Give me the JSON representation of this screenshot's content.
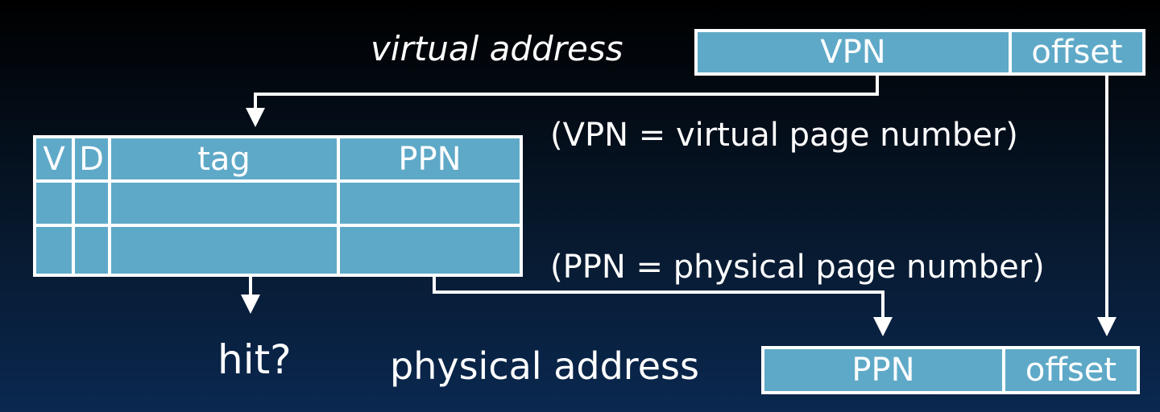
{
  "labels": {
    "virtual_address": "virtual address",
    "vpn_note": "(VPN = virtual page number)",
    "ppn_note": "(PPN = physical page number)",
    "hit": "hit?",
    "physical_address": "physical address"
  },
  "virtual_address_fields": {
    "vpn": "VPN",
    "offset": "offset"
  },
  "tlb": {
    "headers": [
      "V",
      "D",
      "tag",
      "PPN"
    ],
    "rows": [
      [
        "",
        "",
        "",
        ""
      ],
      [
        "",
        "",
        "",
        ""
      ]
    ]
  },
  "physical_address_fields": {
    "ppn": "PPN",
    "offset": "offset"
  },
  "colors": {
    "field_fill": "#5fa9c8",
    "border": "#ffffff",
    "background_top": "#000000",
    "background_bottom": "#0a2850"
  }
}
